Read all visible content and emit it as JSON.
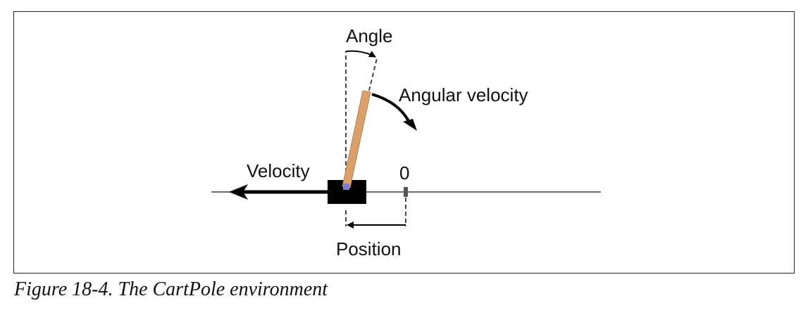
{
  "labels": {
    "angle": "Angle",
    "angular_velocity": "Angular velocity",
    "velocity": "Velocity",
    "zero": "0",
    "position": "Position"
  },
  "caption": "Figure 18-4. The CartPole environment",
  "colors": {
    "pole": "#d9a06b",
    "pole_edge": "#b5804f",
    "cart": "#000000",
    "axle": "#7b7bd9",
    "track": "#6e6e6e",
    "arrows": "#000000"
  }
}
